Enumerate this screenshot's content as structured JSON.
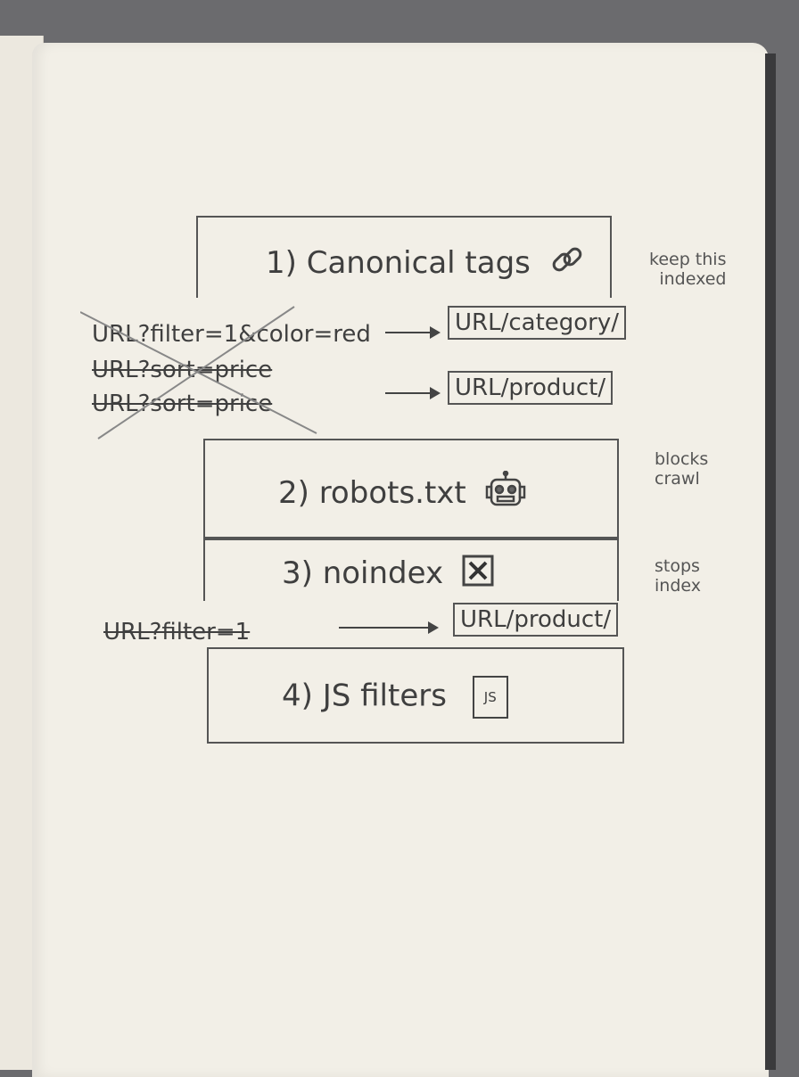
{
  "sections": [
    {
      "label": "1) Canonical tags",
      "icon": "link-icon"
    },
    {
      "label": "2) robots.txt",
      "icon": "robot-icon"
    },
    {
      "label": "3) noindex",
      "icon": "x-box-icon"
    },
    {
      "label": "4) JS filters",
      "icon": "js-file-icon",
      "icon_text": "JS"
    }
  ],
  "canonical": {
    "sources": [
      "URL?filter=1&color=red",
      "URL?sort=price",
      "URL?sort=price"
    ],
    "targets": [
      "URL/category/",
      "URL/product/"
    ]
  },
  "noindex_row": {
    "source": "URL?filter=1",
    "target": "URL/product/"
  },
  "notes": {
    "canonical": "keep this\nindexed",
    "robots": "blocks\ncrawl",
    "noindex": "stops\nindex"
  }
}
